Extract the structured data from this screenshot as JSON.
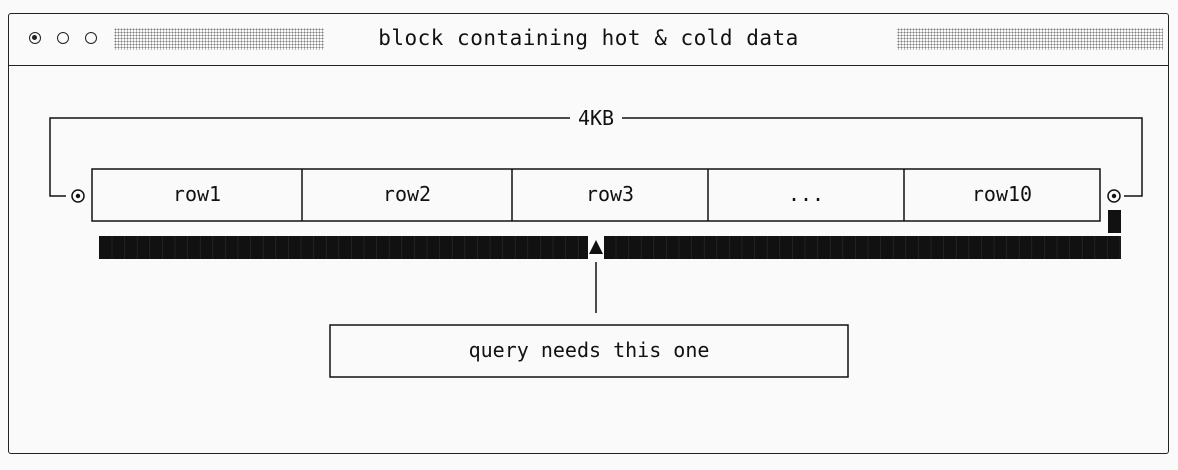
{
  "window": {
    "title": "block containing hot & cold data"
  },
  "diagram": {
    "size_label": "4KB",
    "rows": [
      "row1",
      "row2",
      "row3",
      "...",
      "row10"
    ],
    "callout": "query needs this one",
    "hot_row_index": 2
  }
}
